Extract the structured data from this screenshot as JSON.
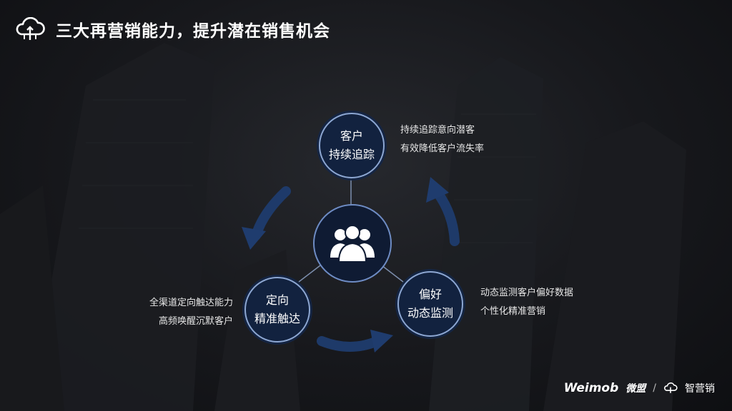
{
  "header": {
    "title": "三大再营销能力，提升潜在销售机会",
    "icon": "cloud-upload-icon"
  },
  "nodes": {
    "top": {
      "line1": "客户",
      "line2": "持续追踪"
    },
    "left": {
      "line1": "定向",
      "line2": "精准触达"
    },
    "right": {
      "line1": "偏好",
      "line2": "动态监测"
    }
  },
  "center": {
    "icon": "users-group-icon"
  },
  "descriptions": {
    "top": {
      "line1": "持续追踪意向潜客",
      "line2": "有效降低客户流失率"
    },
    "left": {
      "line1": "全渠道定向触达能力",
      "line2": "高频唤醒沉默客户"
    },
    "right": {
      "line1": "动态监测客户偏好数据",
      "line2": "个性化精准营销"
    }
  },
  "footer": {
    "brand": "Weimob",
    "brand_cn": "微盟",
    "separator": "/",
    "product": "智营销"
  },
  "colors": {
    "node_fill": "#12223f",
    "node_border": "#8da7d2",
    "arrow": "#1f3c6e",
    "background": "#17181c"
  }
}
